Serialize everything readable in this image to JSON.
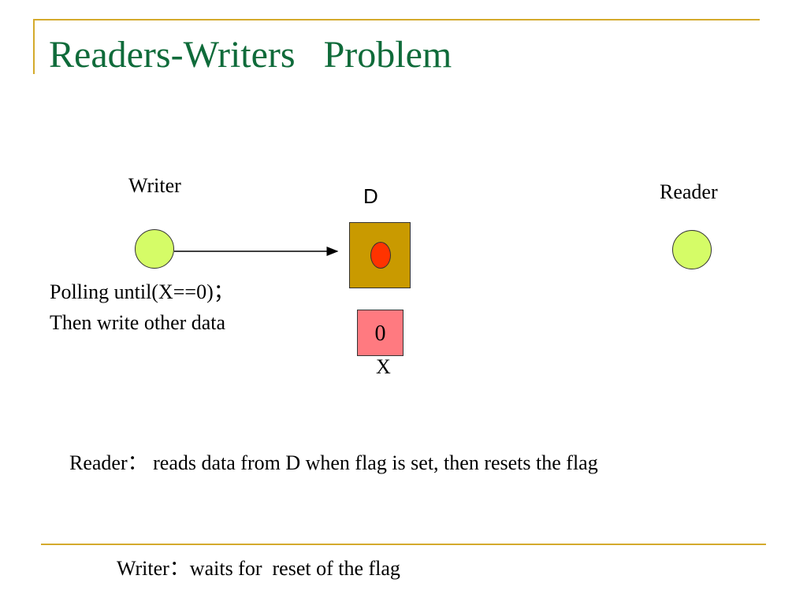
{
  "slide": {
    "title": "Readers-Writers   Problem"
  },
  "diagram": {
    "writer_label": "Writer",
    "reader_label": "Reader",
    "buffer_label": "D",
    "flag_value": "0",
    "flag_label": "X",
    "writer_note_line1": "Polling until(X==0)；",
    "writer_note_line2": "Then write other data"
  },
  "notes": {
    "reader_desc": "Reader： reads data from D when flag is set, then resets the flag",
    "writer_desc": "Writer：waits for  reset of the flag"
  },
  "colors": {
    "title": "#0f6b3a",
    "frame": "#d4aa2c",
    "node": "#d5fc67",
    "buffer": "#c99a00",
    "buffer_dot": "#ff3300",
    "flag_box": "#ff7a80"
  }
}
